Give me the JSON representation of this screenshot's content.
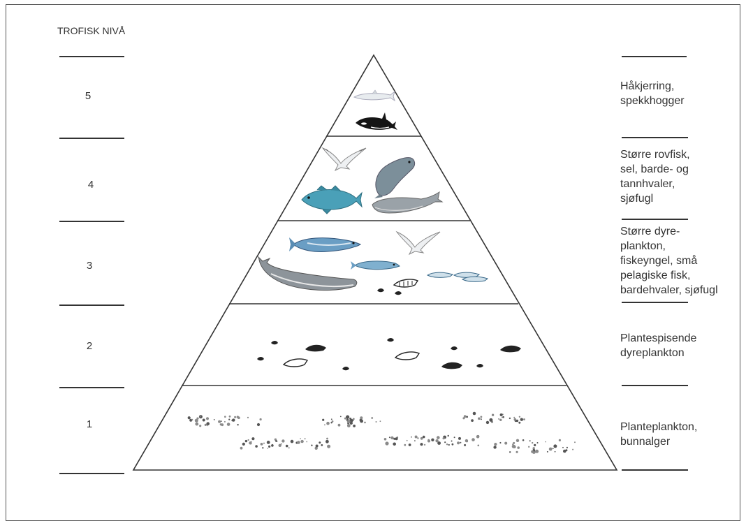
{
  "title": "TROFISK NIVÅ",
  "levels": [
    {
      "number": "5",
      "description": "Håkjerring,\nspekkhogger"
    },
    {
      "number": "4",
      "description": "Større rovfisk,\nsel, barde- og\ntannhvaler,\nsjøfugl"
    },
    {
      "number": "3",
      "description": "Større dyre-\nplankton,\nfiskeyngel, små\npelagiske fisk,\nbardehvaler, sjøfugl"
    },
    {
      "number": "2",
      "description": "Plantespisende\ndyreplankton"
    },
    {
      "number": "1",
      "description": "Planteplankton,\nbunnalger"
    }
  ],
  "colors": {
    "line": "#333333",
    "fish": "#4a90b8",
    "whale": "#8a9096",
    "orca": "#1a1a1a",
    "bird": "#b8bec4",
    "plankton": "#555555",
    "algae": "#7c7c7c"
  },
  "icons": {
    "level5": [
      "shark-icon",
      "orca-icon"
    ],
    "level4": [
      "seabird-icon",
      "seal-icon",
      "cod-icon",
      "baleen-whale-icon"
    ],
    "level3": [
      "herring-icon",
      "seabird-icon",
      "small-fish-icon",
      "whale-icon",
      "krill-icon",
      "fish-school-icon"
    ],
    "level2": [
      "copepod-icon",
      "krill-icon"
    ],
    "level1": [
      "phytoplankton-icon"
    ]
  }
}
